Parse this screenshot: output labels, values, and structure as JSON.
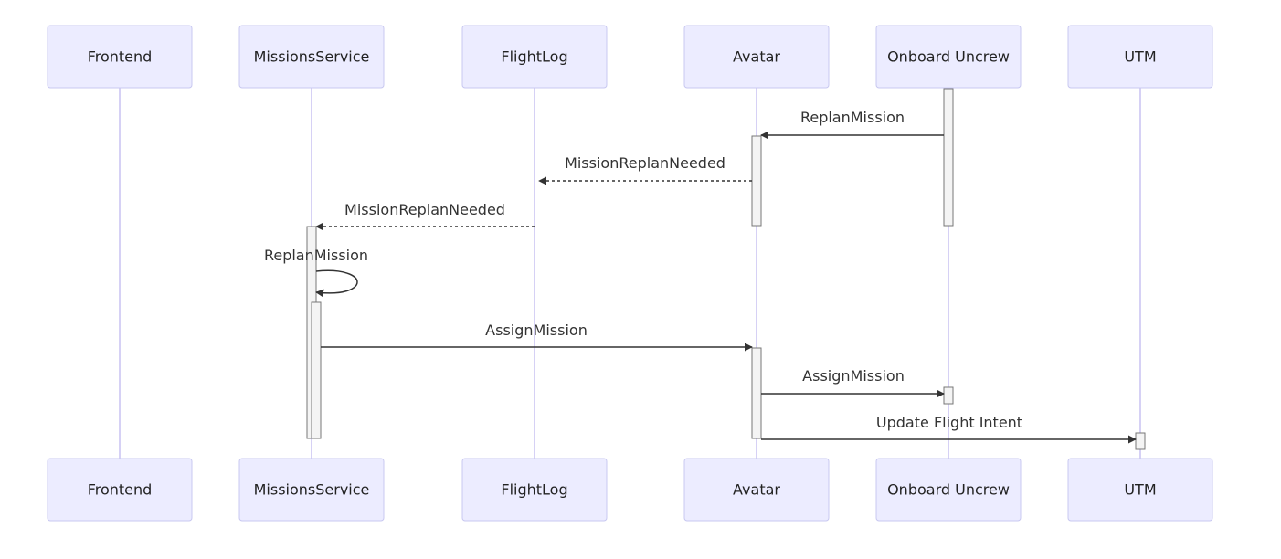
{
  "participants": [
    {
      "id": "frontend",
      "label": "Frontend"
    },
    {
      "id": "missions",
      "label": "MissionsService"
    },
    {
      "id": "flightlog",
      "label": "FlightLog"
    },
    {
      "id": "avatar",
      "label": "Avatar"
    },
    {
      "id": "onboard",
      "label": "Onboard Uncrew"
    },
    {
      "id": "utm",
      "label": "UTM"
    }
  ],
  "messages": [
    {
      "from": "onboard",
      "to": "avatar",
      "label": "ReplanMission",
      "style": "solid"
    },
    {
      "from": "avatar",
      "to": "flightlog",
      "label": "MissionReplanNeeded",
      "style": "dashed"
    },
    {
      "from": "flightlog",
      "to": "missions",
      "label": "MissionReplanNeeded",
      "style": "dashed"
    },
    {
      "from": "missions",
      "to": "missions",
      "label": "ReplanMission",
      "style": "solid"
    },
    {
      "from": "missions",
      "to": "avatar",
      "label": "AssignMission",
      "style": "solid"
    },
    {
      "from": "avatar",
      "to": "onboard",
      "label": "AssignMission",
      "style": "solid"
    },
    {
      "from": "avatar",
      "to": "utm",
      "label": "Update Flight Intent",
      "style": "solid"
    }
  ]
}
